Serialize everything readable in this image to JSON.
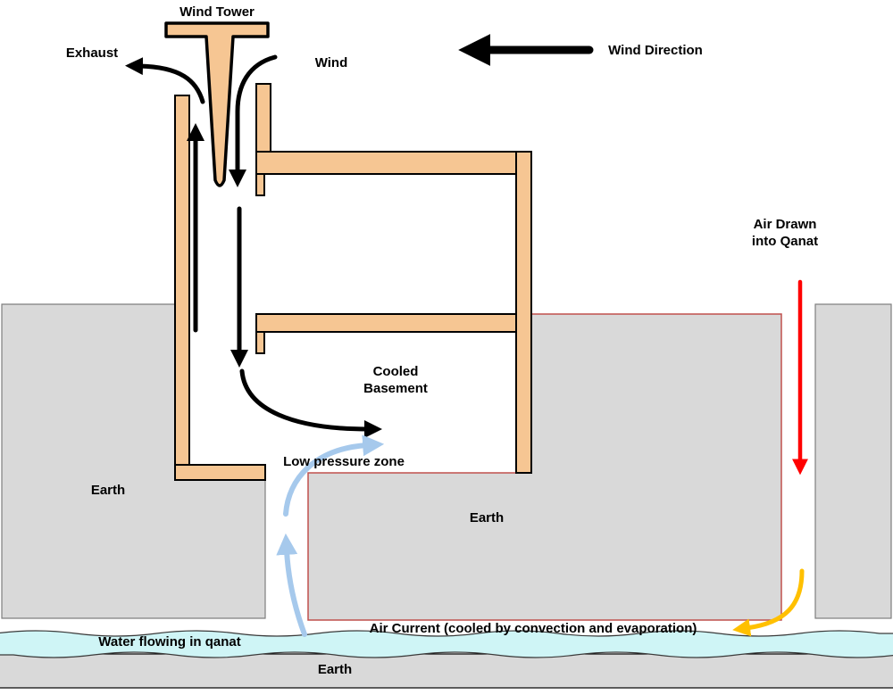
{
  "diagram": {
    "labels": {
      "wind_tower": "Wind Tower",
      "exhaust": "Exhaust",
      "wind": "Wind",
      "wind_direction": "Wind Direction",
      "air_drawn_into_qanat": "Air Drawn\ninto Qanat",
      "cooled_basement": "Cooled\nBasement",
      "low_pressure_zone": "Low pressure zone",
      "earth_left": "Earth",
      "earth_middle": "Earth",
      "earth_bottom": "Earth",
      "water_flowing": "Water flowing in qanat",
      "air_current": "Air Current (cooled by convection and evaporation)"
    },
    "colors": {
      "background": "#FFFFFF",
      "wall_fill": "#F6C693",
      "wall_stroke": "#000000",
      "earth_fill": "#D9D9D9",
      "earth_border": "#7F7F7F",
      "earth_middle_border": "#C0504D",
      "water_fill": "#CFF5F6",
      "water_border": "#3A3A3A",
      "arrow_black": "#000000",
      "arrow_red": "#FF0000",
      "arrow_yellow": "#FFC000",
      "arrow_blue": "#A6C9EC"
    }
  }
}
